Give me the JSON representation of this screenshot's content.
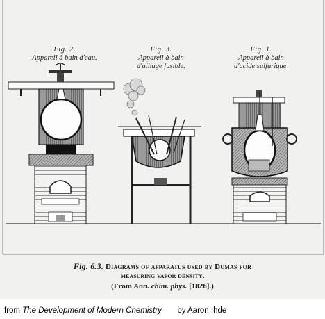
{
  "figures": [
    {
      "number": "Fig. 2.",
      "caption": "Appareil à bain d'eau."
    },
    {
      "number": "Fig. 3.",
      "line1": "Appareil à bain",
      "line2": "d'alliage fusible."
    },
    {
      "number": "Fig. 1.",
      "line1": "Appareil à bain",
      "line2": "d'acide sulfurique."
    }
  ],
  "caption": {
    "fig_number": "Fig. 6.3.",
    "line1_rest": "Diagrams of apparatus used by Dumas for",
    "line2": "measuring vapor density.",
    "line3_pre": "(From ",
    "line3_journal": "Ann. chim. phys.",
    "line3_post": " [1826].)"
  },
  "credit": {
    "from": "from",
    "book": "The Development of Modern Chemistry",
    "author": "by Aaron Ihde"
  },
  "colors": {
    "paper": "#f1f1ef",
    "ink": "#1c1c1c",
    "hatch": "#6e6e6e"
  }
}
